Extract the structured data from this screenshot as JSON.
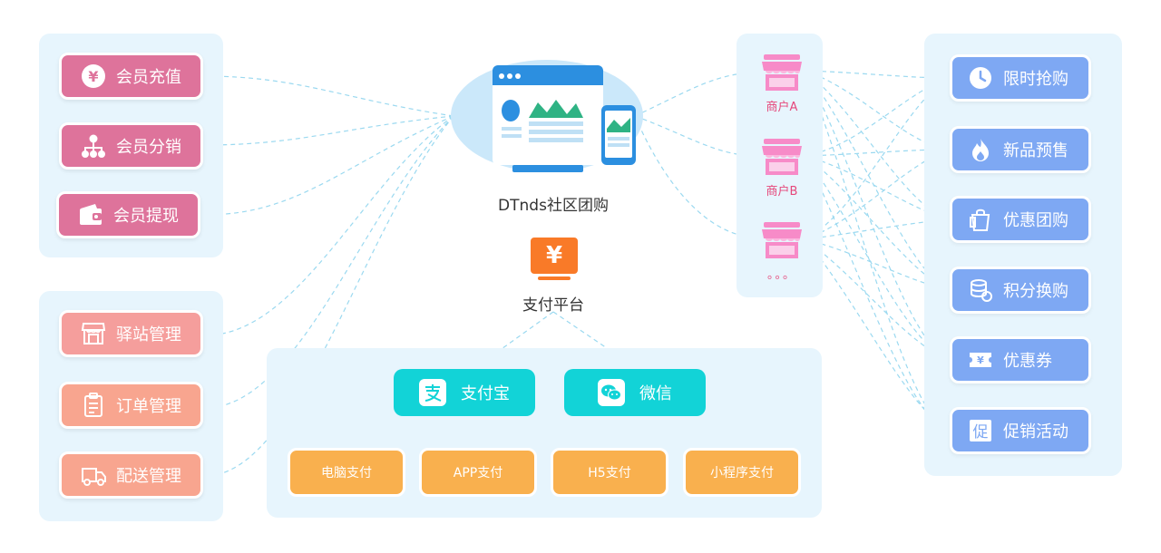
{
  "left_top_items": [
    "会员充值",
    "会员分销",
    "会员提现"
  ],
  "left_bottom_items": [
    "驿站管理",
    "订单管理",
    "配送管理"
  ],
  "center": {
    "platform_label": "DTnds社区团购",
    "pay_icon": "¥",
    "pay_label": "支付平台"
  },
  "payment_methods": [
    "支付宝",
    "微信"
  ],
  "payment_channels": [
    "电脑支付",
    "APP支付",
    "H5支付",
    "小程序支付"
  ],
  "merchants": [
    "商户A",
    "商户B",
    "。。。"
  ],
  "right_items": [
    "限时抢购",
    "新品预售",
    "优惠团购",
    "积分换购",
    "优惠券",
    "促销活动"
  ],
  "icons": {
    "left_top": [
      "yuan-icon",
      "org-tree-icon",
      "wallet-icon"
    ],
    "left_bottom": [
      "station-icon",
      "clipboard-icon",
      "delivery-truck-icon"
    ],
    "right": [
      "clock-icon",
      "flame-icon",
      "shopping-bag-icon",
      "coins-icon",
      "coupon-icon",
      "promotion-icon"
    ]
  },
  "colors": {
    "panel": "#e7f5fd",
    "member": "#de739b",
    "station_manage": "#f59e9c",
    "order_manage": "#f8a58f",
    "right_button": "#7ea8f3",
    "payment_method": "#12d3d7",
    "payment_channel": "#f9b04e",
    "merchant": "#f78bc8",
    "connector": "#8fd3ee",
    "pay_platform": "#f97a28"
  }
}
